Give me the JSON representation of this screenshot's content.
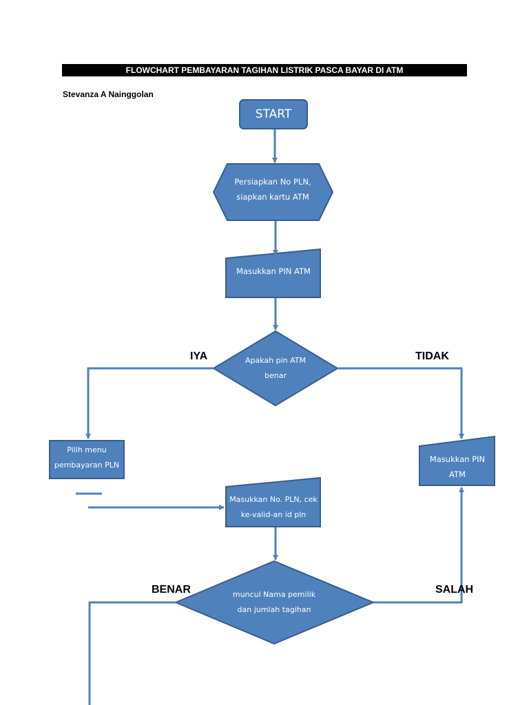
{
  "document": {
    "title": "FLOWCHART PEMBAYARAN TAGIHAN LISTRIK PASCA BAYAR DI ATM",
    "author": "Stevanza A Nainggolan"
  },
  "flowchart": {
    "fill_color": "#4f81bd",
    "stroke_color": "#385d8a",
    "nodes": {
      "start": "START",
      "prepare": "Persiapkan No PLN, siapkan kartu ATM",
      "enter_pin": "Masukkan PIN ATM",
      "check_pin": "Apakah pin ATM benar",
      "choose_menu": "Pilih menu pembayaran PLN",
      "reenter_pin": "Masukkan PIN ATM",
      "enter_pln": "Masukkan No. PLN, cek ke-valid-an id pln",
      "show_owner": "muncul Nama pemilik dan jumlah tagihan"
    },
    "branches": {
      "yes": "IYA",
      "no": "TIDAK",
      "correct": "BENAR",
      "wrong": "SALAH"
    }
  }
}
